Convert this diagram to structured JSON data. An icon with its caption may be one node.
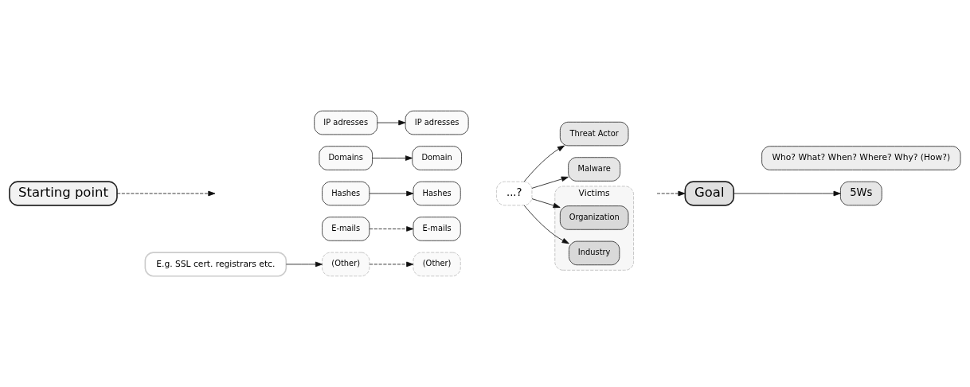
{
  "diagram": {
    "nodes": [
      {
        "text": [
          "Starting point"
        ]
      },
      {
        "text": [
          "IP adresses"
        ]
      },
      {
        "text": [
          "Domains"
        ]
      },
      {
        "text": [
          "Hashes"
        ]
      },
      {
        "text": [
          "E-mails"
        ]
      },
      {
        "text": [
          "(Other)"
        ]
      },
      {
        "text": [
          "E.g. SSL cert. registrars etc."
        ]
      },
      {
        "text": [
          "IP adresses"
        ]
      },
      {
        "text": [
          "Domain"
        ]
      },
      {
        "text": [
          "Hashes"
        ]
      },
      {
        "text": [
          "E-mails"
        ]
      },
      {
        "text": [
          "(Other)"
        ]
      },
      {
        "text": [
          "...?"
        ]
      },
      {
        "text": [
          "Threat Actor"
        ]
      },
      {
        "text": [
          "Malware"
        ]
      },
      {
        "text": [
          "Victims"
        ]
      },
      {
        "text": [
          "Organization"
        ],
        "in": 15
      },
      {
        "text": [
          "Industry"
        ],
        "in": 15
      },
      {
        "text": [
          "Goal"
        ]
      },
      {
        "text": [
          "5Ws"
        ]
      },
      {
        "text": [
          "Who? What? When? Where? Why? (How?)"
        ]
      }
    ],
    "edges": [
      {
        "from": 0,
        "to": null,
        "arrow": "to",
        "style": "dashed"
      },
      {
        "from": 1,
        "to": 7,
        "arrow": "to"
      },
      {
        "from": 2,
        "to": 8,
        "arrow": "to"
      },
      {
        "from": 3,
        "to": 9,
        "arrow": "to"
      },
      {
        "from": 4,
        "to": 10,
        "arrow": "to",
        "style": "dashed"
      },
      {
        "from": 5,
        "to": 11,
        "arrow": "to",
        "style": "dashed"
      },
      {
        "from": 6,
        "to": 5,
        "arrow": "to"
      },
      {
        "from": 12,
        "to": 13,
        "arrow": "to"
      },
      {
        "from": 12,
        "to": 14,
        "arrow": "to"
      },
      {
        "from": 12,
        "to": 16,
        "arrow": "to"
      },
      {
        "from": 12,
        "to": 17,
        "arrow": "to"
      },
      {
        "from": null,
        "to": 18,
        "arrow": "to",
        "style": "dashed"
      },
      {
        "from": 18,
        "to": 19,
        "arrow": "to"
      }
    ]
  }
}
